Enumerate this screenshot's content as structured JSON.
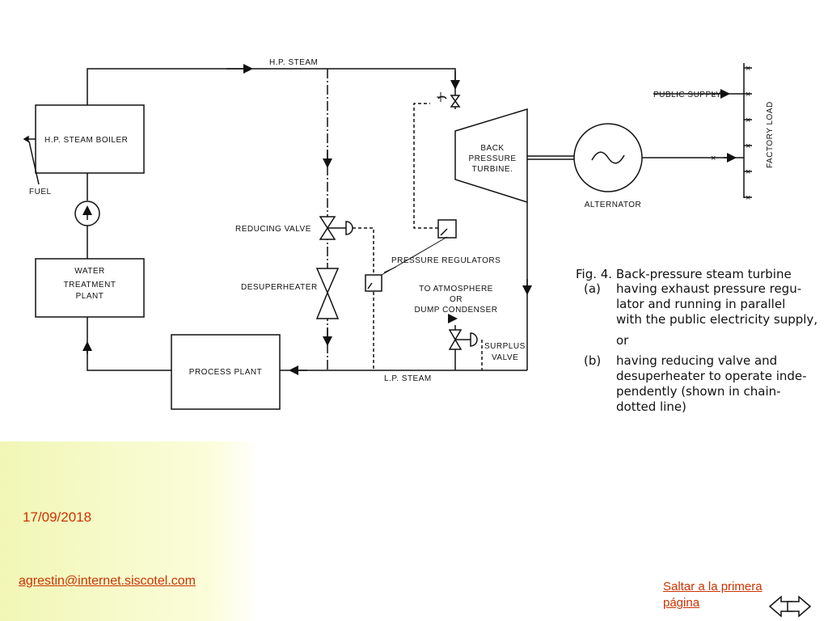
{
  "diagram": {
    "hp_steam": "H.P. STEAM",
    "lp_steam": "L.P. STEAM",
    "boiler": [
      "H.P. STEAM BOILER"
    ],
    "fuel": "FUEL",
    "water_treatment": [
      "WATER",
      "TREATMENT",
      "PLANT"
    ],
    "process_plant": "PROCESS PLANT",
    "reducing_valve": "REDUCING VALVE",
    "desuperheater": "DESUPERHEATER",
    "pressure_regulators": "PRESSURE REGULATORS",
    "to_atmosphere": [
      "TO ATMOSPHERE",
      "OR",
      "DUMP CONDENSER"
    ],
    "surplus_valve": [
      "SURPLUS",
      "VALVE"
    ],
    "turbine": [
      "BACK",
      "PRESSURE",
      "TURBINE."
    ],
    "alternator": "ALTERNATOR",
    "public_supply": "PUBLIC SUPPLY",
    "factory_load": "FACTORY LOAD"
  },
  "caption": {
    "title": "Fig. 4.   Back-pressure steam turbine",
    "a_marker": "(a)",
    "a_lines": [
      "having exhaust pressure regu-",
      "lator and running in parallel",
      "with the public electricity supply,"
    ],
    "or": "or",
    "b_marker": "(b)",
    "b_lines": [
      "having reducing valve and",
      "desuperheater to operate inde-",
      "pendently (shown in chain-",
      "dotted line)"
    ]
  },
  "footer": {
    "date": "17/09/2018",
    "email": "agrestin@internet.siscotel.com",
    "saltar": "Saltar a la primera página"
  }
}
